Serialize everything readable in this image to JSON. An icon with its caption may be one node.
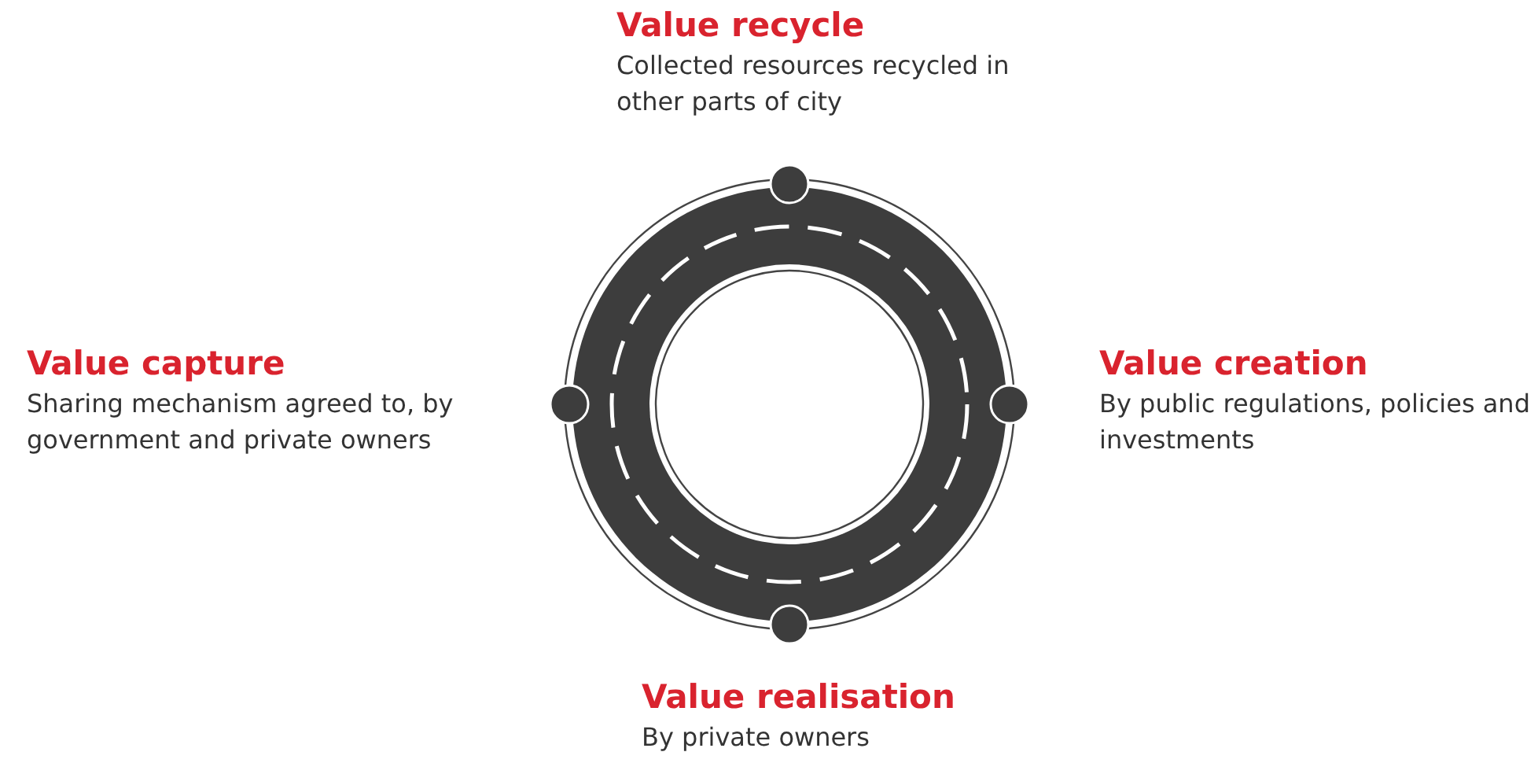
{
  "diagram": {
    "nodes": [
      {
        "text": [
          "Value recycle",
          "Collected resources recycled in other parts of city"
        ]
      },
      {
        "text": [
          "Value creation",
          "By public regulations, policies and investments"
        ]
      },
      {
        "text": [
          "Value realisation",
          "By private owners"
        ]
      },
      {
        "text": [
          "Value capture",
          "Sharing mechanism agreed to, by government and private owners"
        ]
      },
      {
        "text": [],
        "shape": "circle"
      }
    ],
    "edges": []
  }
}
